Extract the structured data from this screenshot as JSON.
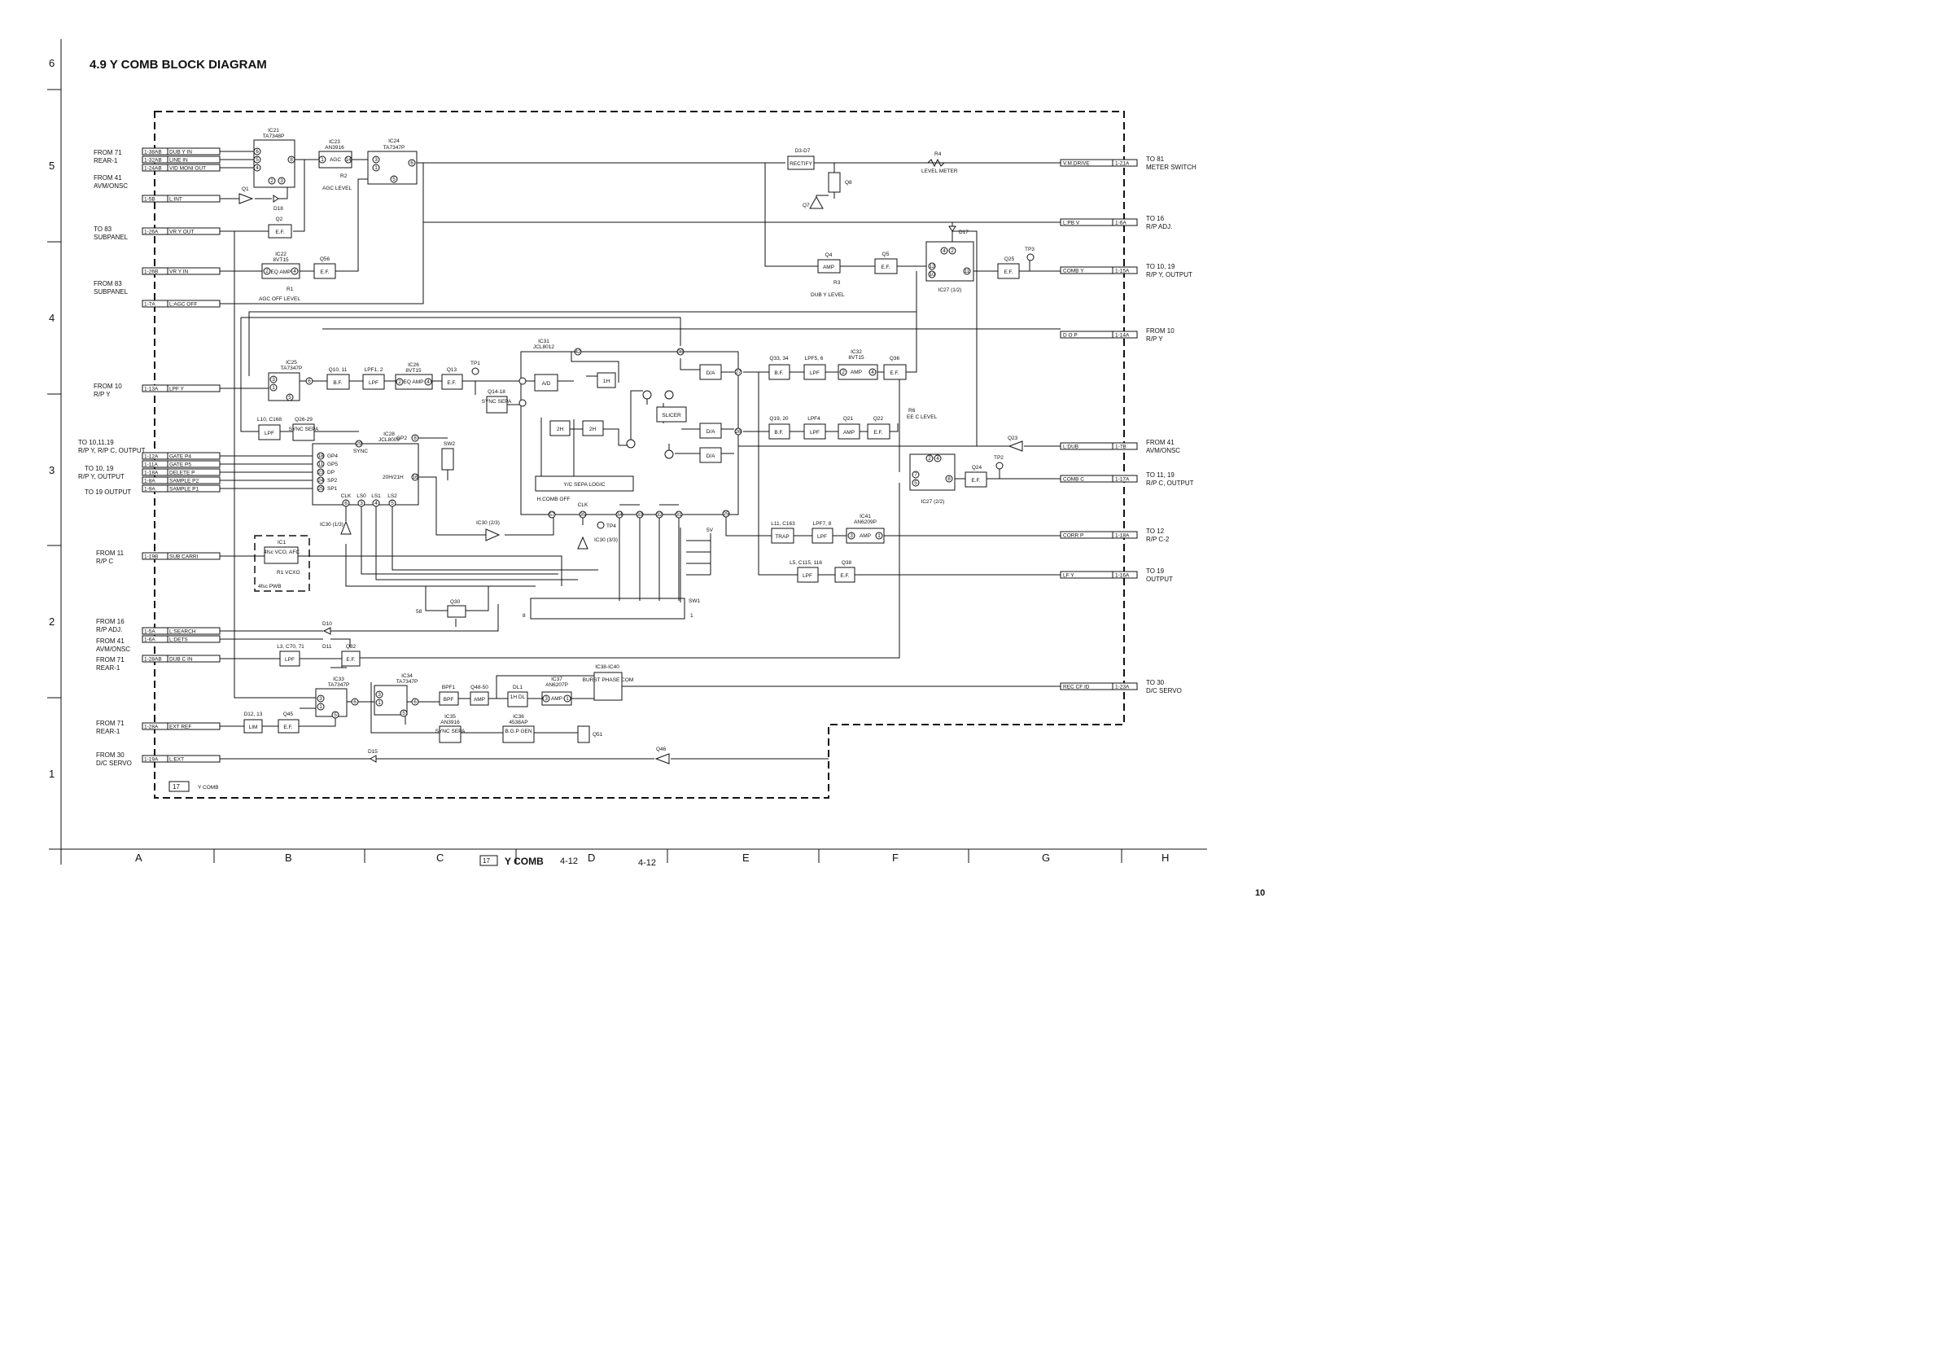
{
  "page": {
    "section_title": "4.9  Y COMB BLOCK DIAGRAM",
    "footer_board": "17",
    "footer_title": "Y COMB",
    "footer_page_a": "4-12",
    "footer_page_b": "4-12",
    "page_number": "10",
    "board_tag": "17",
    "board_name": "Y COMB",
    "row_labels": [
      "6",
      "5",
      "4",
      "3",
      "2",
      "1"
    ],
    "col_labels": [
      "A",
      "B",
      "C",
      "D",
      "E",
      "F",
      "G",
      "H"
    ]
  },
  "left_sources": [
    {
      "id": "src-dub",
      "lines": [
        "FROM 71",
        "REAR-1"
      ]
    },
    {
      "id": "src-avm",
      "lines": [
        "FROM 41",
        "AVM/ONSC"
      ]
    },
    {
      "id": "src-sub1",
      "lines": [
        "TO 83",
        "SUBPANEL"
      ]
    },
    {
      "id": "src-sub2",
      "lines": [
        "FROM 83",
        "SUBPANEL"
      ]
    },
    {
      "id": "src-rpy",
      "lines": [
        "FROM 10",
        "R/P Y"
      ]
    },
    {
      "id": "src-to1",
      "lines": [
        "TO 10,11,19",
        "R/P Y, R/P C, OUTPUT"
      ]
    },
    {
      "id": "src-to2",
      "lines": [
        "TO 10, 19",
        "R/P Y, OUTPUT"
      ]
    },
    {
      "id": "src-to3",
      "lines": [
        "TO 19 OUTPUT"
      ]
    },
    {
      "id": "src-rpc",
      "lines": [
        "FROM 11",
        "R/P C"
      ]
    },
    {
      "id": "src-adj",
      "lines": [
        "FROM 16",
        "R/P ADJ."
      ]
    },
    {
      "id": "src-avm2",
      "lines": [
        "FROM 41",
        "AVM/ONSC"
      ]
    },
    {
      "id": "src-rear2",
      "lines": [
        "FROM 71",
        "REAR-1"
      ]
    },
    {
      "id": "src-rear3",
      "lines": [
        "FROM 71",
        "REAR-1"
      ]
    },
    {
      "id": "src-dc",
      "lines": [
        "FROM 30",
        "D/C SERVO"
      ]
    }
  ],
  "left_signals": [
    {
      "pin": "1-38AB",
      "name": "DUB Y IN"
    },
    {
      "pin": "1-32AB",
      "name": "LINE IN"
    },
    {
      "pin": "1-24AB",
      "name": "VID MONI OUT"
    },
    {
      "pin": "1-5B",
      "name": "L:INT"
    },
    {
      "pin": "1-26A",
      "name": "VR Y OUT"
    },
    {
      "pin": "1-26B",
      "name": "VR Y IN"
    },
    {
      "pin": "1-7A",
      "name": "L:AGC OFF"
    },
    {
      "pin": "1-13A",
      "name": "LPF Y"
    },
    {
      "pin": "1-12A",
      "name": "GATE P4"
    },
    {
      "pin": "1-11A",
      "name": "GATE P5"
    },
    {
      "pin": "1-18A",
      "name": "DELETE P"
    },
    {
      "pin": "1-8A",
      "name": "SAMPLE P2"
    },
    {
      "pin": "1-9A",
      "name": "SAMPLE P1"
    },
    {
      "pin": "1-19B",
      "name": "SUB CARRI"
    },
    {
      "pin": "1-5A",
      "name": "L:SEARCH"
    },
    {
      "pin": "1-6A",
      "name": "L:DETS"
    },
    {
      "pin": "1-28AB",
      "name": "DUB C IN"
    },
    {
      "pin": "1-28A",
      "name": "EXT REF"
    },
    {
      "pin": "1-19A",
      "name": "L:EXT"
    }
  ],
  "right_signals": [
    {
      "name": "V.M.DRIVE",
      "pin": "1-21A",
      "dest": [
        "TO 81",
        "METER SWITCH"
      ]
    },
    {
      "name": "L:PB V",
      "pin": "1-6A",
      "dest": [
        "TO 16",
        "R/P ADJ."
      ]
    },
    {
      "name": "COMB Y",
      "pin": "1-15A",
      "dest": [
        "TO 10, 19",
        "R/P Y, OUTPUT"
      ]
    },
    {
      "name": "D O P",
      "pin": "1-14A",
      "dest": [
        "FROM 10",
        "R/P Y"
      ]
    },
    {
      "name": "L:DUB",
      "pin": "1-7B",
      "dest": [
        "FROM 41",
        "AVM/ONSC"
      ]
    },
    {
      "name": "COMB C",
      "pin": "1-17A",
      "dest": [
        "TO 11, 19",
        "R/P C, OUTPUT"
      ]
    },
    {
      "name": "CORR P",
      "pin": "1-18A",
      "dest": [
        "TO 12",
        "R/P C-2"
      ]
    },
    {
      "name": "LF Y",
      "pin": "1-16A",
      "dest": [
        "TO 19",
        "OUTPUT"
      ]
    },
    {
      "name": "REC CF ID",
      "pin": "1-23A",
      "dest": [
        "TO 30",
        "D/C SERVO"
      ]
    }
  ],
  "blocks": {
    "ic21": {
      "ref": "IC21",
      "part": "TA7348P"
    },
    "ic23": {
      "ref": "IC23",
      "part": "AN3916",
      "label": "AGC"
    },
    "ic24": {
      "ref": "IC24",
      "part": "TA7347P"
    },
    "ic22": {
      "ref": "IC22",
      "part": "8VT15",
      "label": "EQ AMP"
    },
    "q56": {
      "ref": "Q56",
      "label": "E.F."
    },
    "q2": {
      "ref": "Q2",
      "label": "E.F."
    },
    "rectify": {
      "ref": "D3-D7",
      "label": "RECTIFY"
    },
    "q4": {
      "ref": "Q4",
      "label": "AMP"
    },
    "q5": {
      "ref": "Q5",
      "label": "E.F."
    },
    "q25": {
      "ref": "Q25",
      "label": "E.F."
    },
    "ic27a": {
      "ref": "IC27 (1/2)"
    },
    "ic27b": {
      "ref": "IC27 (2/2)"
    },
    "ic25": {
      "ref": "IC25",
      "part": "TA7347P"
    },
    "q1011": {
      "ref": "Q10, 11",
      "label": "B.F."
    },
    "lpf12": {
      "ref": "LPF1, 2",
      "label": "LPF"
    },
    "ic26": {
      "ref": "IC26",
      "part": "8VT15",
      "label": "EQ AMP"
    },
    "q13": {
      "ref": "Q13",
      "label": "E.F."
    },
    "q1418": {
      "ref": "Q14-18",
      "label": "SYNC SEPA"
    },
    "ic31": {
      "ref": "IC31",
      "part": "JCL8012"
    },
    "ad": {
      "label": "A/D"
    },
    "h1": {
      "label": "1H"
    },
    "h2a": {
      "label": "2H"
    },
    "h2b": {
      "label": "2H"
    },
    "slicer": {
      "label": "SLICER"
    },
    "da1": {
      "label": "D/A"
    },
    "da2": {
      "label": "D/A"
    },
    "da3": {
      "label": "D/A"
    },
    "logic": {
      "label": "Y/C SEPA LOGIC"
    },
    "q3334": {
      "ref": "Q33, 34",
      "label": "B.F."
    },
    "lpf56": {
      "ref": "LPF5, 6",
      "label": "LPF"
    },
    "ic32": {
      "ref": "IC32",
      "part": "8VT15",
      "label": "AMP"
    },
    "q36": {
      "ref": "Q36",
      "label": "E.F."
    },
    "q1920": {
      "ref": "Q19, 20",
      "label": "B.F."
    },
    "lpf4": {
      "ref": "LPF4",
      "label": "LPF"
    },
    "q21": {
      "ref": "Q21",
      "label": "AMP"
    },
    "q22": {
      "ref": "Q22",
      "label": "E.F."
    },
    "q24": {
      "ref": "Q24",
      "label": "E.F."
    },
    "l10": {
      "ref": "L10, C168",
      "label": "LPF"
    },
    "q2629": {
      "ref": "Q26-29",
      "label": "SYNC SEPA"
    },
    "ic28": {
      "ref": "IC28",
      "part": "JCL8009"
    },
    "trap": {
      "ref": "L11, C163",
      "label": "TRAP"
    },
    "lpf78": {
      "ref": "LPF7, 8",
      "label": "LPF"
    },
    "ic41": {
      "ref": "IC41",
      "part": "AN6209P",
      "label": "AMP"
    },
    "l5": {
      "ref": "L5, C115, 116",
      "label": "LPF"
    },
    "q38": {
      "ref": "Q38",
      "label": "E.F."
    },
    "ic1": {
      "ref": "IC1",
      "label": "4fsc VCO, AFC",
      "sub": "R1 VCXO",
      "pwb": "4fsc PWB"
    },
    "l3": {
      "ref": "L3, C70, 71",
      "label": "LPF"
    },
    "q32": {
      "ref": "Q32",
      "label": "E.F."
    },
    "ic33": {
      "ref": "IC33",
      "part": "TA7347P"
    },
    "ic34": {
      "ref": "IC34",
      "part": "TA7347P"
    },
    "bpf1": {
      "ref": "BPF1",
      "label": "BPF"
    },
    "q4850": {
      "ref": "Q48-50",
      "label": "AMP"
    },
    "dl1": {
      "ref": "DL1",
      "label": "1H DL"
    },
    "ic37": {
      "ref": "IC37",
      "part": "AN6207P",
      "label": "AMP"
    },
    "ic3840": {
      "ref": "IC38-IC40",
      "label": "BURST PHASE COM"
    },
    "ic35": {
      "ref": "IC35",
      "part": "AN3916",
      "label": "SYNC SEPA"
    },
    "ic36": {
      "ref": "IC36",
      "part": "4538AP",
      "label": "B.G.P GEN"
    },
    "d1213": {
      "ref": "D12, 13",
      "label": "LIM"
    },
    "q45": {
      "ref": "Q45",
      "label": "E.F."
    }
  },
  "annotations": {
    "agc_level": "AGC LEVEL",
    "r2": "R2",
    "agc_off_level": "AGC OFF LEVEL",
    "r1": "R1",
    "level_meter": "LEVEL METER",
    "r4": "R4",
    "dub_y_level": "DUB Y LEVEL",
    "r3": "R3",
    "ee_c_level": "EE C LEVEL",
    "r6": "R6",
    "q1": "Q1",
    "d18": "D18",
    "q7": "Q7",
    "q8": "Q8",
    "d17": "D17",
    "tp1": "TP1",
    "tp2": "TP2",
    "tp3": "TP3",
    "tp4": "TP4",
    "q23": "Q23",
    "sw2": "SW2",
    "sw1": "SW1",
    "q30": "Q30",
    "d10": "D10",
    "d11": "D11",
    "d15": "D15",
    "q46": "Q46",
    "q51": "Q51",
    "ic30a": "IC30 (1/3)",
    "ic30b": "IC30 (2/3)",
    "ic30c": "IC30 (3/3)",
    "hcomb_off": "H.COMB OFF",
    "clk": "CLK",
    "sync": "SYNC",
    "gp2": "GP2",
    "h20": "20H/21H",
    "gp4": "GP4",
    "gp5": "GP5",
    "dp": "DP",
    "sp2": "SP2",
    "sp1": "SP1",
    "ls0": "LS0",
    "ls1": "LS1",
    "ls2": "LS2",
    "v5": "5V",
    "sw1_8": "8",
    "sw1_1": "1",
    "q30_58": "58"
  },
  "pins": {
    "ic21": [
      "6",
      "5",
      "4",
      "8",
      "2",
      "3"
    ],
    "ic23": [
      "1",
      "14"
    ],
    "ic24": [
      "3",
      "1",
      "6",
      "5"
    ],
    "ic22": [
      "2",
      "4"
    ],
    "ic25": [
      "3",
      "1",
      "5",
      "6"
    ],
    "ic26": [
      "2",
      "4"
    ],
    "ic27a": [
      "4",
      "2",
      "12",
      "10",
      "11"
    ],
    "ic27b": [
      "2",
      "4",
      "7",
      "5",
      "8"
    ],
    "ic32": [
      "2",
      "4"
    ],
    "ic41": [
      "3",
      "1"
    ],
    "ic33": [
      "3",
      "1",
      "5",
      "6"
    ],
    "ic34": [
      "3",
      "1",
      "5",
      "6"
    ],
    "ic37": [
      "3",
      "1"
    ],
    "ic31": [
      "42",
      "36",
      "27",
      "26",
      "25",
      "57",
      "35",
      "34",
      "33",
      "32",
      "31"
    ],
    "ic28": [
      "29",
      "18",
      "11",
      "23",
      "24",
      "25",
      "6",
      "3",
      "4",
      "5",
      "8",
      "16"
    ]
  }
}
